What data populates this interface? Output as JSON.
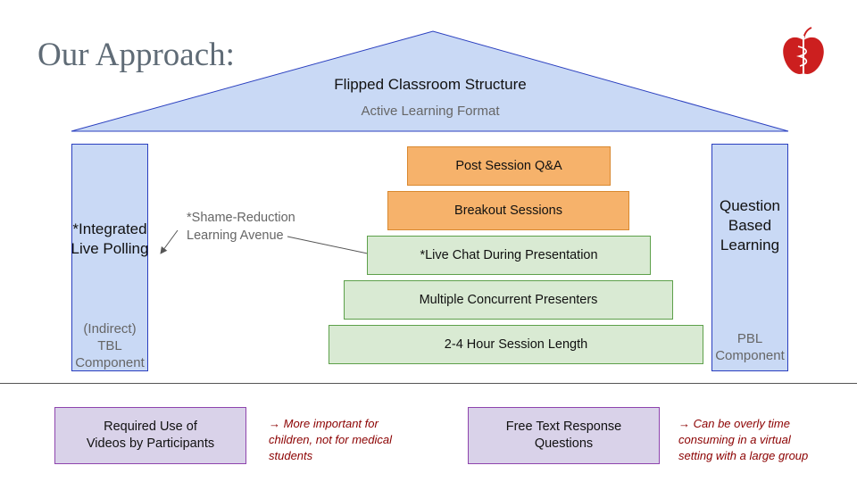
{
  "slide": {
    "title": "Our Approach:",
    "logo_icon": "red-apple-caduceus-icon"
  },
  "roof": {
    "title": "Flipped Classroom Structure",
    "subtitle": "Active Learning Format"
  },
  "left_pillar": {
    "label_line1": "*Integrated",
    "label_line2": "Live Polling",
    "sub_line1": "(Indirect)",
    "sub_line2": "TBL",
    "sub_line3": "Component"
  },
  "right_pillar": {
    "label_line1": "Question",
    "label_line2": "Based",
    "label_line3": "Learning",
    "sub_line1": "PBL",
    "sub_line2": "Component"
  },
  "annotation": {
    "line1": "*Shame-Reduction",
    "line2": "Learning Avenue"
  },
  "steps": [
    {
      "label": "Post Session Q&A"
    },
    {
      "label": "Breakout Sessions"
    },
    {
      "label": "*Live Chat During Presentation"
    },
    {
      "label": "Multiple Concurrent Presenters"
    },
    {
      "label": "2-4 Hour Session Length"
    }
  ],
  "bottom": {
    "box1_line1": "Required Use of",
    "box1_line2": "Videos by Participants",
    "comment1_line1": "→  More important for",
    "comment1_line2": "children, not for medical",
    "comment1_line3": "students",
    "box2_line1": "Free Text Response",
    "box2_line2": "Questions",
    "comment2_line1": "→ Can be overly time",
    "comment2_line2": "consuming in a virtual",
    "comment2_line3": "setting with a large group"
  },
  "colors": {
    "blue_fill": "#c9d9f5",
    "blue_border": "#2a3fbf",
    "orange_fill": "#f6b26b",
    "green_fill": "#d9ead3",
    "purple_fill": "#d9d2e9",
    "comment_red": "#8b0000",
    "logo_red": "#cc1f1f"
  }
}
